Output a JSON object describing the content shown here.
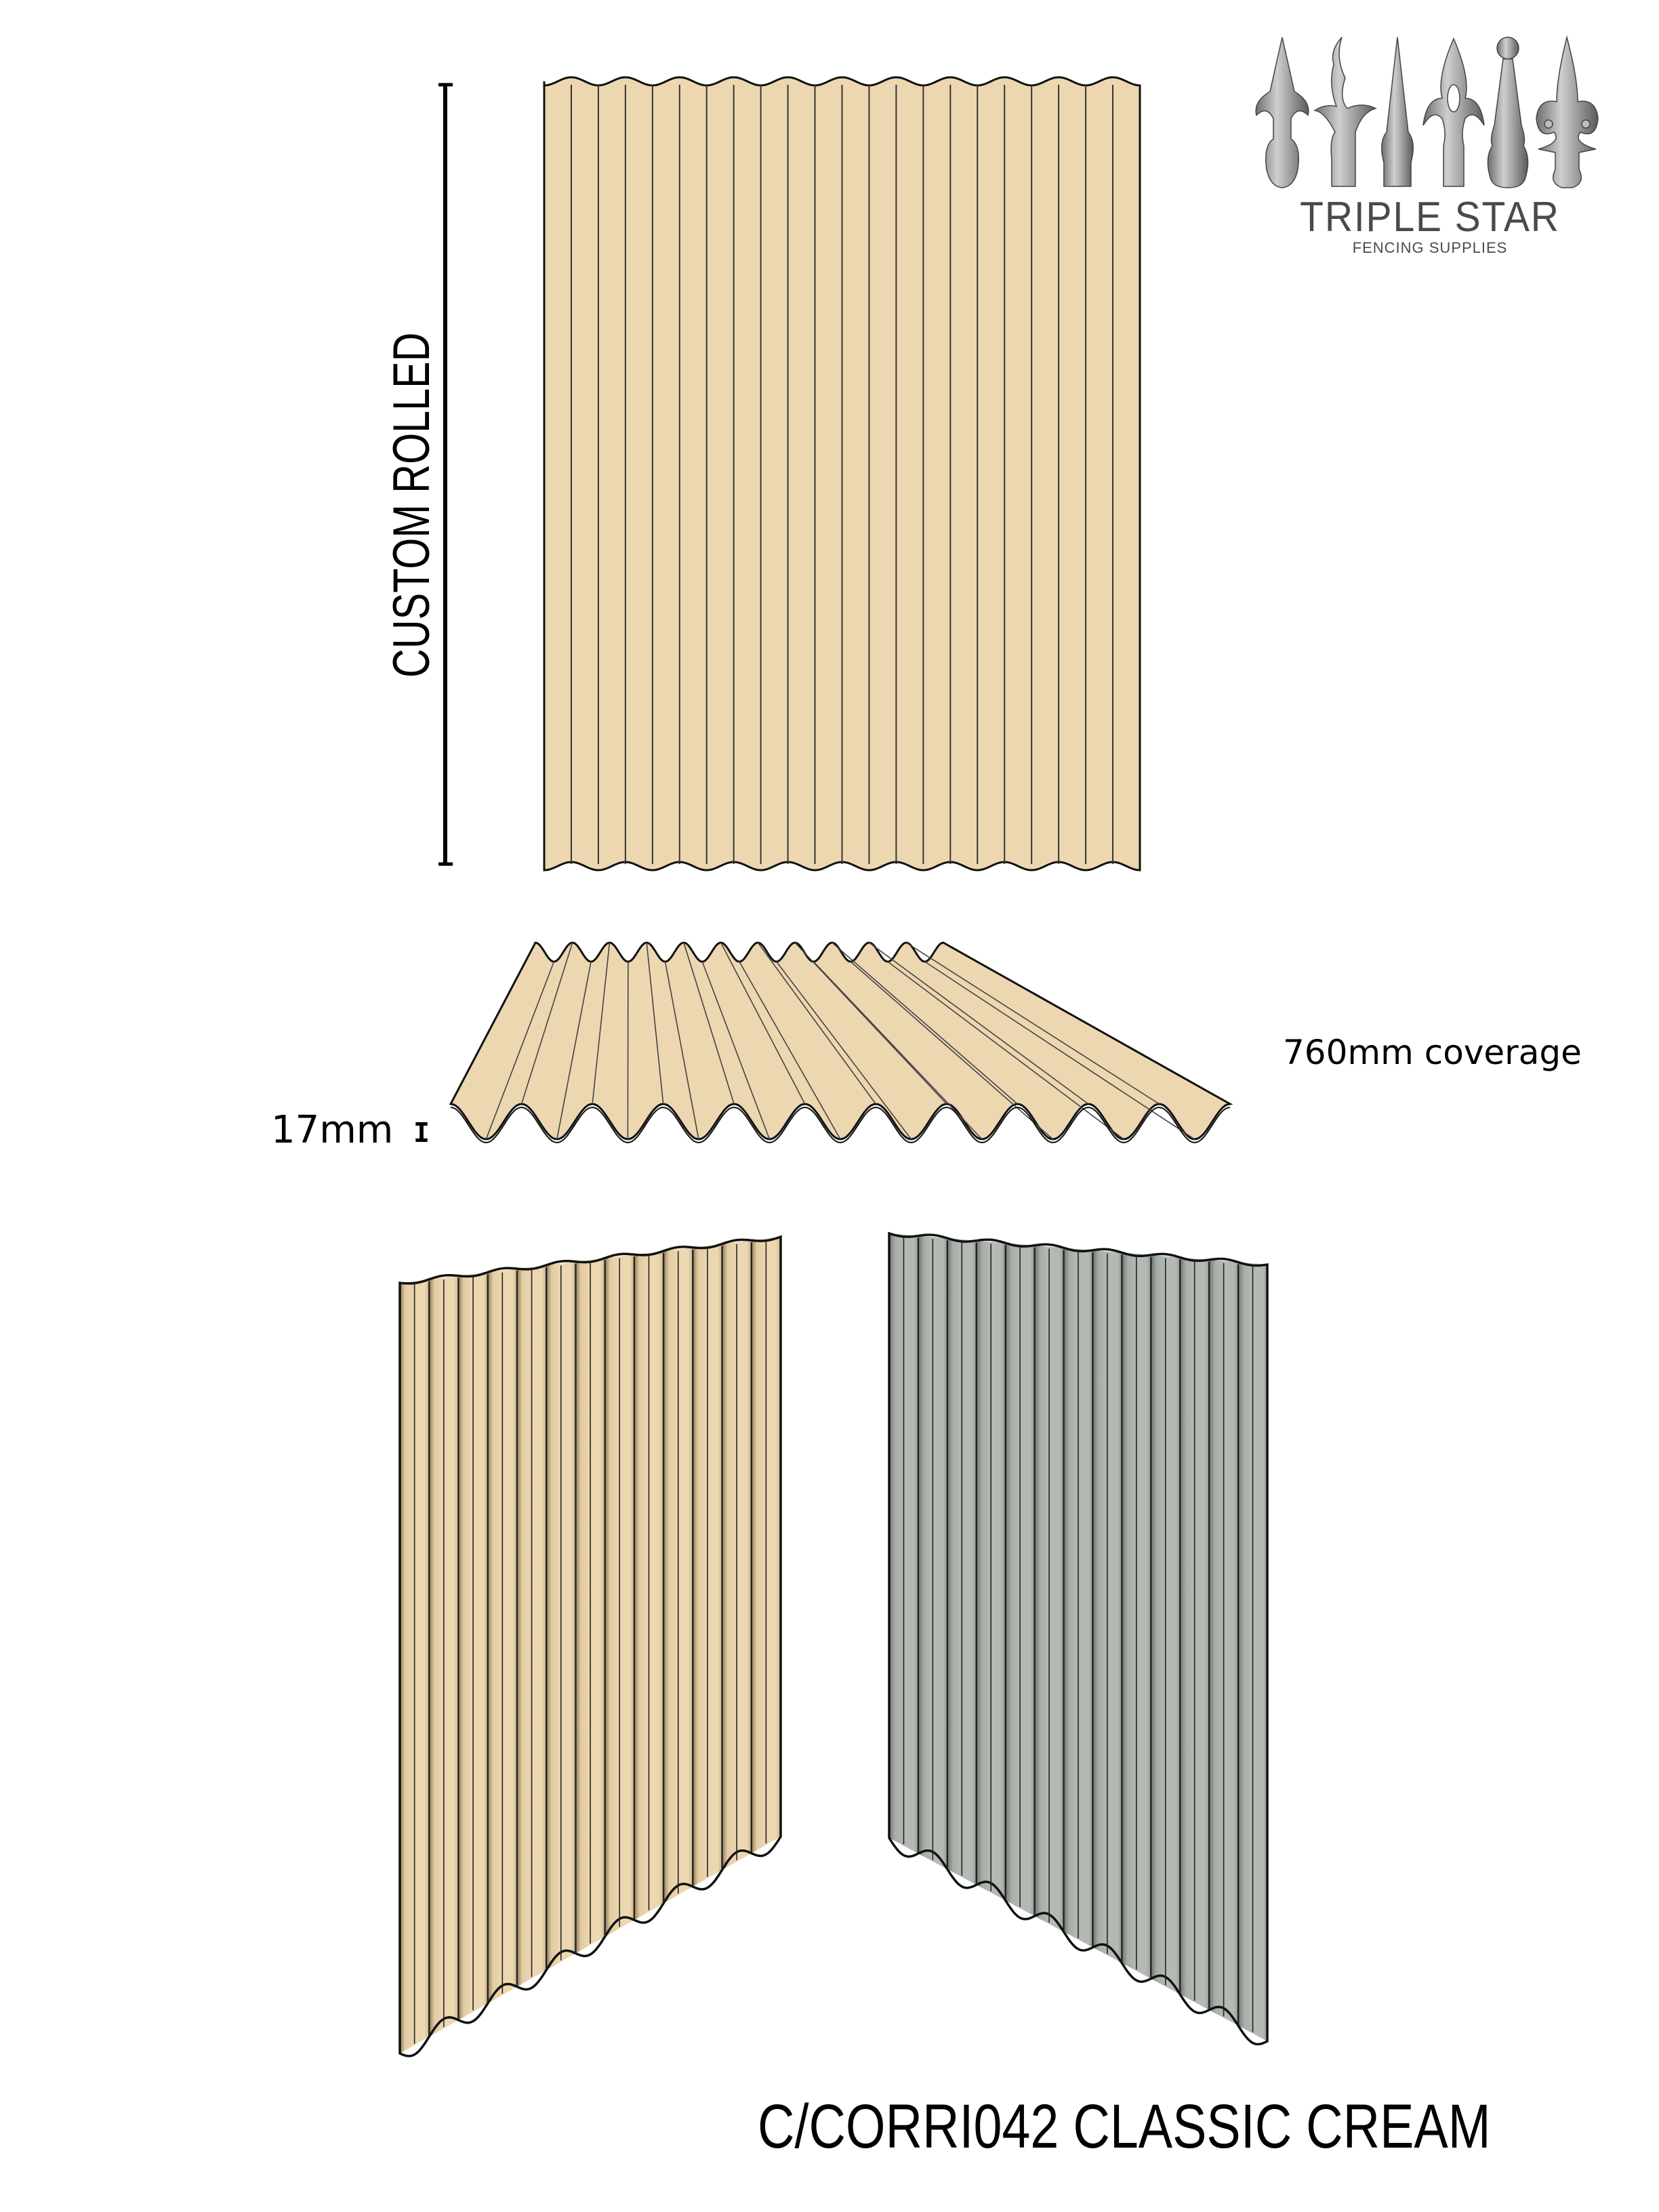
{
  "brand": {
    "name": "TRIPLE STAR",
    "tagline": "FENCING SUPPLIES",
    "finial_count": 6
  },
  "product": {
    "code_title": "C/CORRI042 CLASSIC CREAM",
    "colour_name": "CLASSIC CREAM",
    "code": "C/CORRI042"
  },
  "dimensions": {
    "length_label": "CUSTOM ROLLED",
    "profile_height_label": "17mm",
    "profile_height_marker": "I",
    "coverage_label": "760mm coverage"
  },
  "colors": {
    "cream_fill": "#EDD7B0",
    "grey_fill": "#B3BAB3",
    "outline": "#111111",
    "logo_text": "#4A4A4A"
  },
  "views": [
    {
      "name": "front-elevation",
      "flute_lines": 22
    },
    {
      "name": "perspective-profile",
      "corrugations": 11
    },
    {
      "name": "panel-front-cream",
      "colour": "cream"
    },
    {
      "name": "panel-back-grey",
      "colour": "grey"
    }
  ]
}
